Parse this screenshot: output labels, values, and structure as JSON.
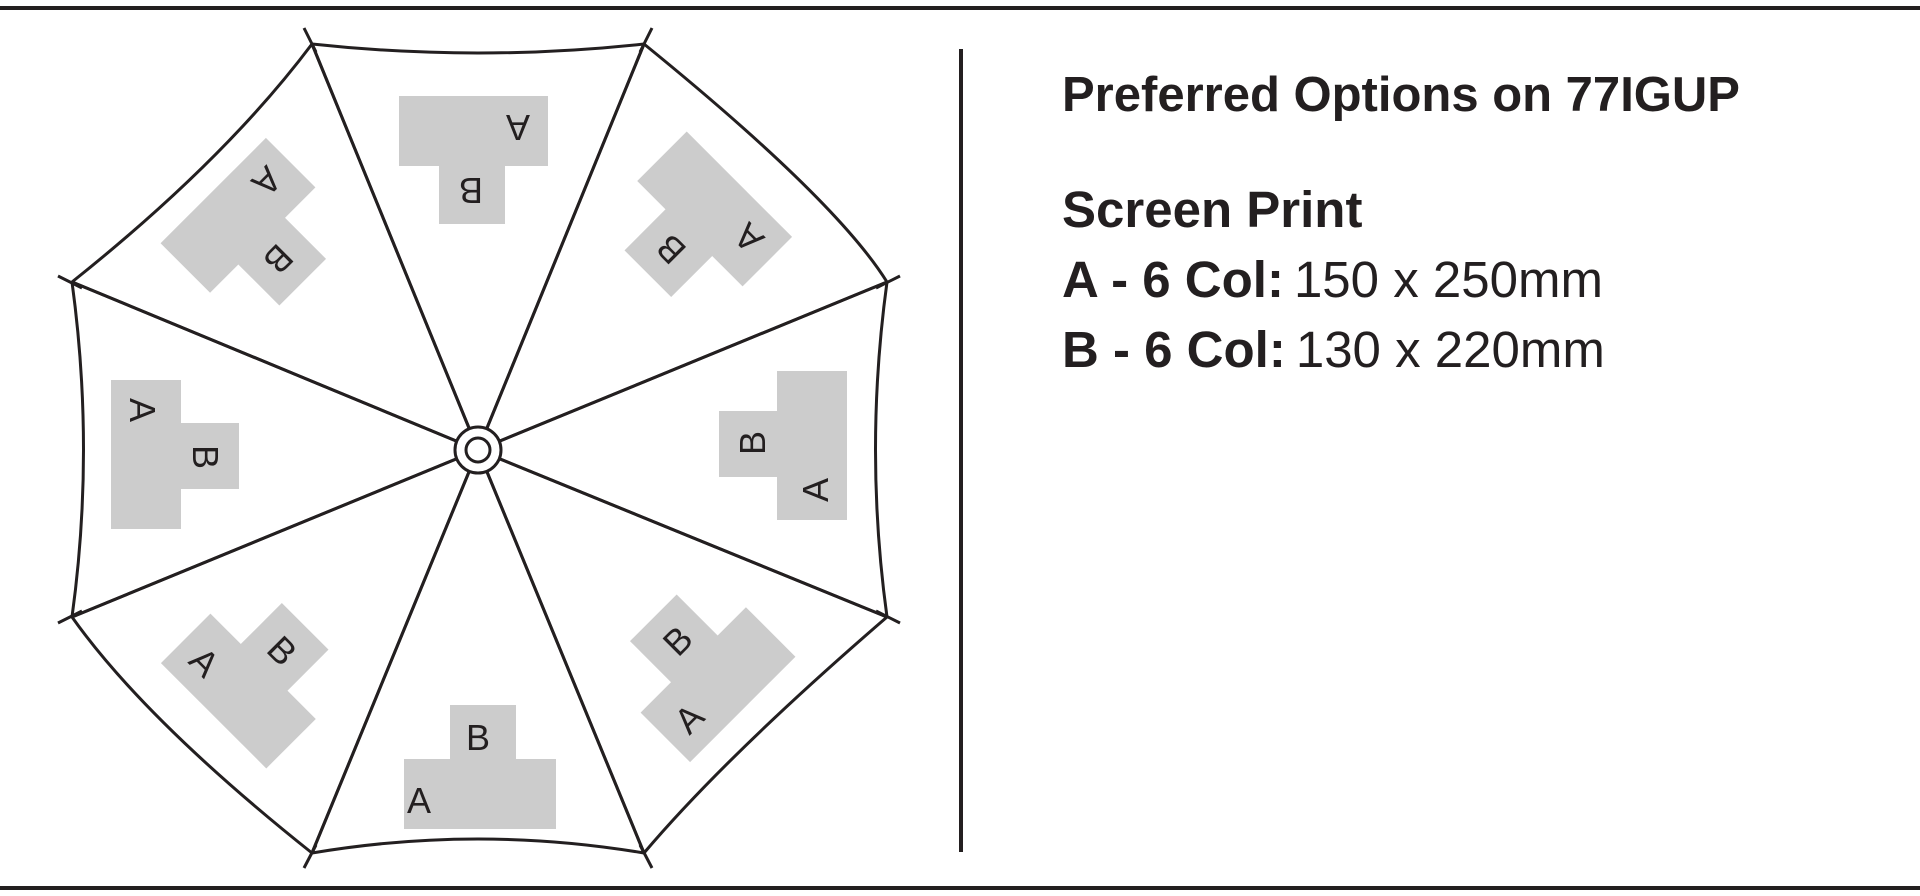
{
  "heading": "Preferred Options on 77IGUP",
  "print_method": "Screen Print",
  "options": [
    {
      "label": "A - 6 Col:",
      "size": "150 x 250mm"
    },
    {
      "label": "B - 6 Col:",
      "size": "130 x 220mm"
    }
  ],
  "print_area_labels": {
    "a": "A",
    "b": "B"
  },
  "colors": {
    "line": "#231f20",
    "print_area": "#cccccc",
    "background": "#ffffff"
  }
}
